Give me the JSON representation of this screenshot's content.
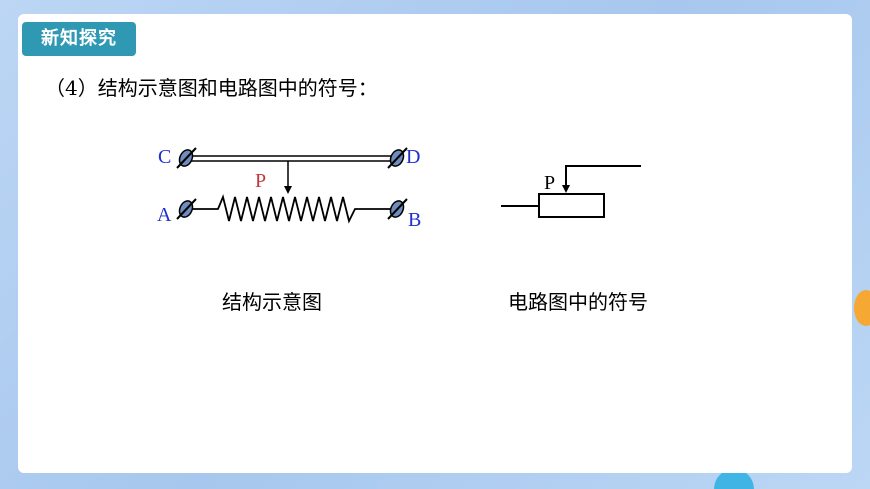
{
  "badge": "新知探究",
  "heading": "（4）结构示意图和电路图中的符号：",
  "structure": {
    "terminal_c": "C",
    "terminal_d": "D",
    "terminal_a": "A",
    "terminal_b": "B",
    "slider": "P",
    "caption": "结构示意图"
  },
  "symbol": {
    "slider": "P",
    "caption": "电路图中的符号"
  },
  "colors": {
    "badge_bg": "#2f99b3",
    "terminal_label": "#1f2fd0",
    "slider_label": "#c0393b"
  }
}
